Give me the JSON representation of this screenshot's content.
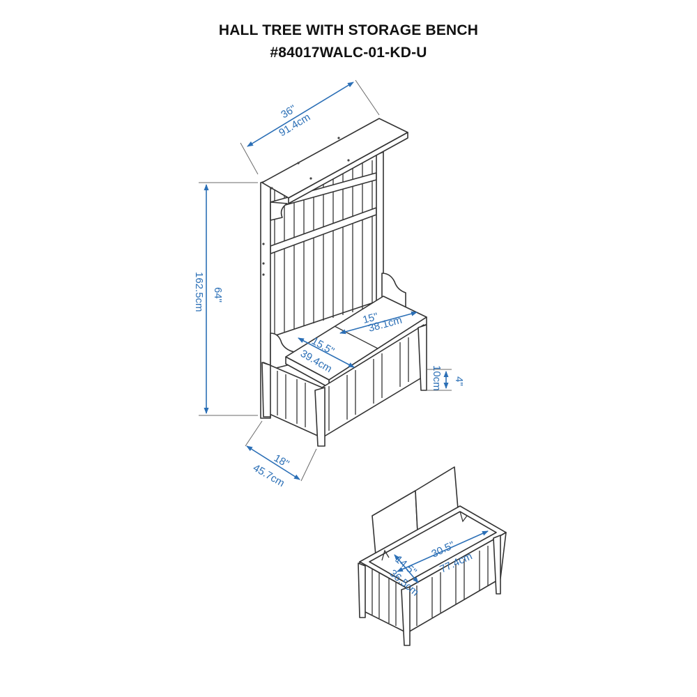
{
  "title_line1": "HALL TREE WITH STORAGE BENCH",
  "title_line2": "#84017WALC-01-KD-U",
  "dimensions": {
    "width": {
      "imperial": "36\"",
      "metric": "91.4cm"
    },
    "height": {
      "imperial": "64\"",
      "metric": "162.5cm"
    },
    "depth": {
      "imperial": "18\"",
      "metric": "45.7cm"
    },
    "lid_left": {
      "imperial": "15.5\"",
      "metric": "39.4cm"
    },
    "lid_right": {
      "imperial": "15\"",
      "metric": "38.1cm"
    },
    "clearance": {
      "imperial": "4\"",
      "metric": "10cm"
    },
    "inner_length": {
      "imperial": "30.5\"",
      "metric": "77.4cm"
    },
    "inner_depth": {
      "imperial": "14.5\"",
      "metric": "36.5cm"
    }
  },
  "colors": {
    "line": "#333333",
    "dimension": "#2b6fb6"
  }
}
